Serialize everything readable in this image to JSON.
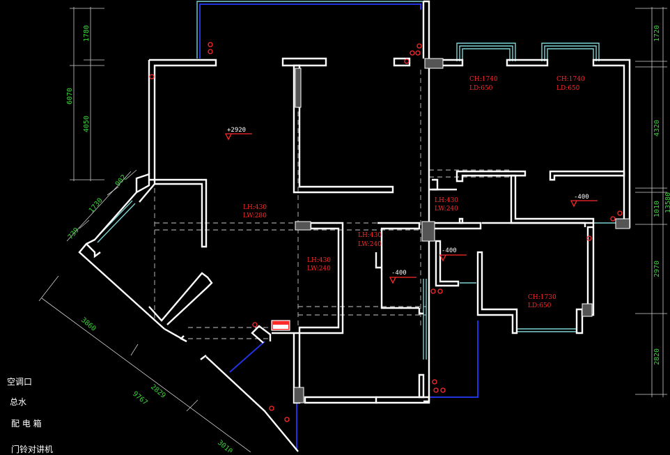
{
  "dimensions": {
    "left_1780": "1780",
    "left_4050": "4050",
    "left_6070": "6070",
    "right_1720": "1720",
    "right_4320": "4320",
    "right_1010": "1010",
    "right_2970": "2970",
    "right_2820": "2820",
    "right_13580": "13580",
    "diag_902": "902",
    "diag_1730": "1730",
    "diag_739": "739",
    "diag_3860": "3860",
    "diag_2829": "2829",
    "diag_9767": "9767",
    "diag_3010": "3010"
  },
  "annotations": {
    "window_1_ch": "CH:1740",
    "window_1_ld": "LD:650",
    "window_2_ch": "CH:1740",
    "window_2_ld": "LD:650",
    "window_3_ch": "CH:1730",
    "window_3_ld": "LD:650",
    "beam_a_lh": "LH:430",
    "beam_a_lw": "LW:280",
    "beam_b_lh": "LH:430",
    "beam_b_lw": "LW:240",
    "beam_c_lh": "LH:430",
    "beam_c_lw": "LW:240",
    "beam_d_lh": "LH:430",
    "beam_d_lw": "LW:240"
  },
  "levels": {
    "living": "+2920",
    "bath_right": "-400",
    "bath_mid": "-400",
    "bath_left": "-400"
  },
  "legend": {
    "ac": "空调口",
    "water": "总水",
    "elec": "配 电 箱",
    "intercom": "门铃对讲机"
  },
  "colors": {
    "wall": "#ffffff",
    "dimension_text": "#39d339",
    "annotation": "#ff2a2a",
    "window": "#7fd3d3",
    "balcony_glass": "#2233dd",
    "background": "#000000"
  }
}
